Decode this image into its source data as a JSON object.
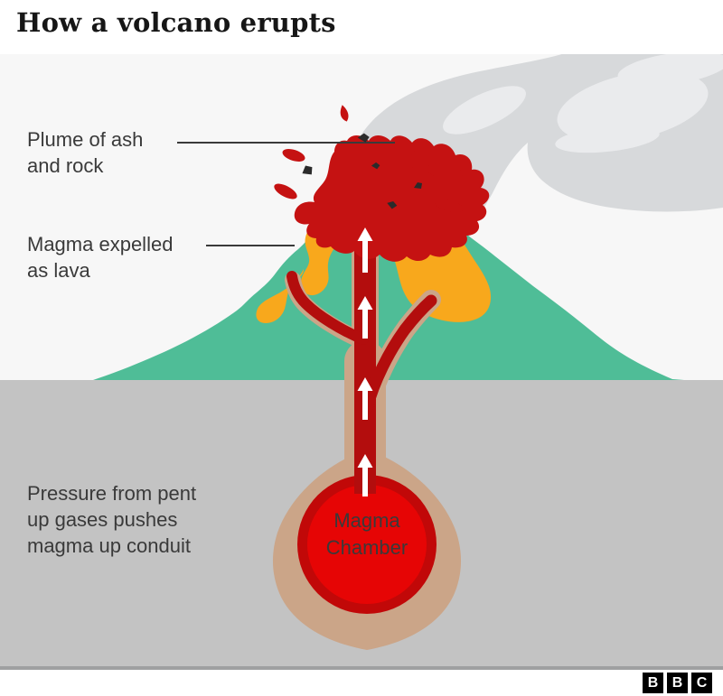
{
  "title": "How a volcano erupts",
  "labels": {
    "plume": {
      "line1": "Plume of ash",
      "line2": "and rock"
    },
    "lava": {
      "line1": "Magma expelled",
      "line2": "as lava"
    },
    "pressure": {
      "line1": "Pressure from pent",
      "line2": "up gases pushes",
      "line3": "magma up conduit"
    },
    "chamber": {
      "line1": "Magma",
      "line2": "Chamber"
    }
  },
  "colors": {
    "background": "#F7F7F7",
    "ground": "#C3C3C3",
    "ground_line": "#9FA0A1",
    "mountain": "#4FBD97",
    "lava": "#F8A81C",
    "conduit": "#B30D0D",
    "splatter": "#C51212",
    "chamber_ring": "#C10808",
    "chamber_fill": "#E60505",
    "halo": "#CBA588",
    "ash_mid": "#D7D9DB",
    "ash_light": "#E3E5E7",
    "ash_lighter": "#EAEBED",
    "rock": "#2B2B2B",
    "arrow": "#FFFFFF",
    "leader_line": "#3A3A3A",
    "text": "#3A3A3A"
  },
  "footer": {
    "letters": [
      "B",
      "B",
      "C"
    ]
  }
}
